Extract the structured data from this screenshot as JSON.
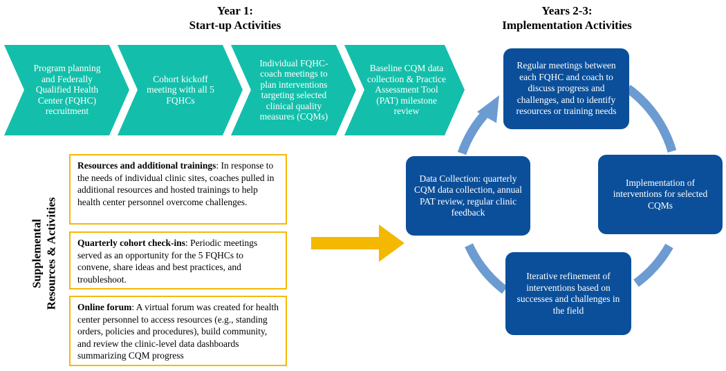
{
  "year1": {
    "line1": "Year 1:",
    "line2": "Start-up Activities"
  },
  "years23": {
    "line1": "Years 2-3:",
    "line2": "Implementation Activities"
  },
  "startup_steps": [
    "Program planning and Federally Qualified Health Center (FQHC) recruitment",
    "Cohort kickoff meeting with all 5 FQHCs",
    "Individual FQHC-coach meetings to plan interventions targeting selected clinical quality measures (CQMs)",
    "Baseline CQM data collection & Practice Assessment Tool (PAT) milestone review"
  ],
  "supplemental": {
    "line1": "Supplemental",
    "line2": "Resources & Activities",
    "items": [
      {
        "title": "Resources and additional trainings",
        "text": ": In response to the needs of individual clinic sites, coaches pulled in additional resources and hosted trainings to help health center personnel overcome challenges."
      },
      {
        "title": "Quarterly cohort check-ins",
        "text": ": Periodic meetings served as an opportunity for the 5 FQHCs to convene, share ideas and best practices, and troubleshoot."
      },
      {
        "title": "Online forum",
        "text": ": A virtual forum was created for health center personnel to access resources (e.g., standing orders, policies and procedures), build community, and review the clinic-level data dashboards summarizing CQM progress"
      }
    ]
  },
  "cycle": [
    "Regular meetings between each FQHC and coach to discuss progress and challenges, and to identify resources or training needs",
    "Implementation of interventions for selected CQMs",
    "Iterative refinement of interventions based on successes and challenges in the field",
    "Data Collection: quarterly CQM data collection, annual PAT review, regular clinic feedback"
  ],
  "colors": {
    "chevron": "#13bfaa",
    "box_border": "#f5b800",
    "big_arrow": "#f5b800",
    "cycle_box": "#0b4f9a",
    "cycle_arrow": "#6c9bd2"
  }
}
